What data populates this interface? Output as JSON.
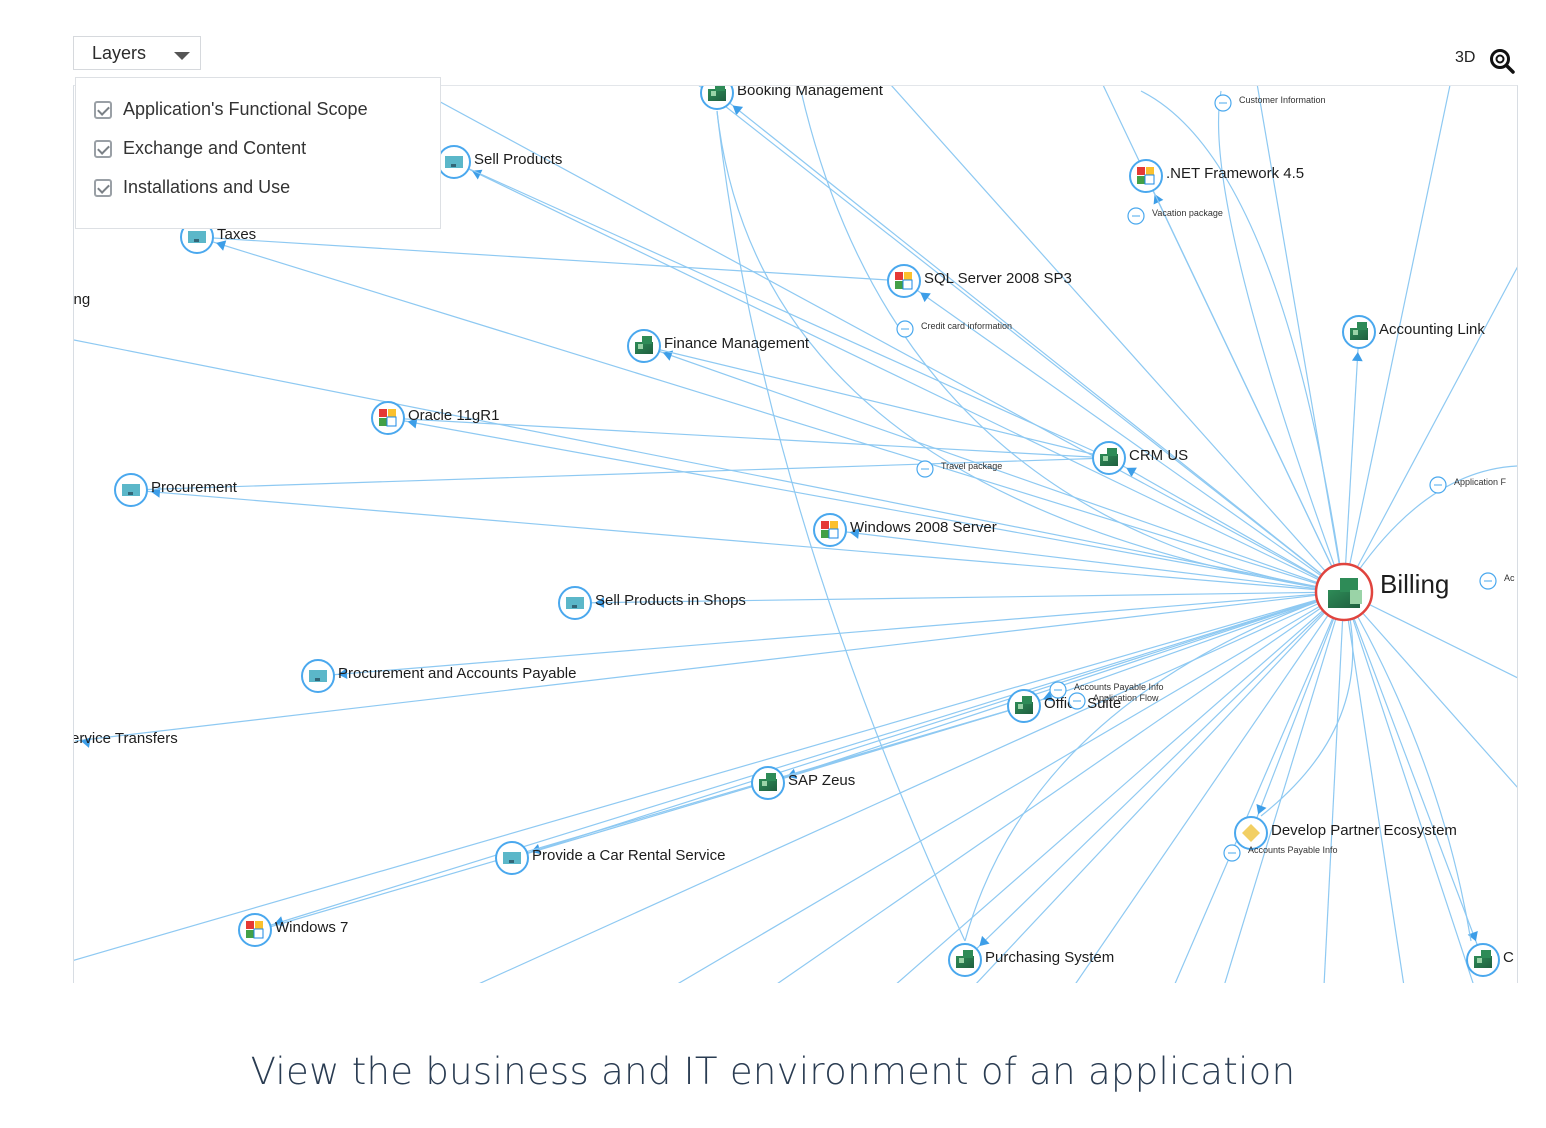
{
  "toolbar": {
    "layers_label": "Layers",
    "view_3d_label": "3D",
    "zoom_icon": "zoom-search-icon"
  },
  "layers": [
    {
      "label": "Application's Functional Scope",
      "checked": true
    },
    {
      "label": "Exchange and Content",
      "checked": true
    },
    {
      "label": "Installations and Use",
      "checked": true
    }
  ],
  "graph": {
    "center": {
      "label": "Billing",
      "icon": "application-puzzle-icon",
      "highlight_color": "#e0443e"
    },
    "edge_color": "#8ec9f2",
    "arrow_color": "#3d9ee8",
    "nodes": [
      {
        "label": "Booking Management",
        "icon": "application-puzzle-icon"
      },
      {
        "label": "Sell Products",
        "icon": "business-capability-icon"
      },
      {
        "label": "Taxes",
        "icon": "business-capability-icon"
      },
      {
        "label": "rting",
        "icon": "none"
      },
      {
        "label": ".NET Framework 4.5",
        "icon": "technology-icon"
      },
      {
        "label": "SQL Server 2008 SP3",
        "icon": "technology-icon"
      },
      {
        "label": "Finance Management",
        "icon": "application-puzzle-icon"
      },
      {
        "label": "Accounting Link",
        "icon": "application-puzzle-icon"
      },
      {
        "label": "Oracle 11gR1",
        "icon": "technology-icon"
      },
      {
        "label": "CRM US",
        "icon": "application-puzzle-icon"
      },
      {
        "label": "Procurement",
        "icon": "business-capability-icon"
      },
      {
        "label": "Windows 2008 Server",
        "icon": "technology-icon"
      },
      {
        "label": "Sell Products in Shops",
        "icon": "business-capability-icon"
      },
      {
        "label": "Procurement and Accounts Payable",
        "icon": "business-capability-icon"
      },
      {
        "label": "Service Transfers",
        "icon": "none"
      },
      {
        "label": "Office Suite",
        "icon": "application-puzzle-icon"
      },
      {
        "label": "SAP Zeus",
        "icon": "application-puzzle-icon"
      },
      {
        "label": "Develop Partner Ecosystem",
        "icon": "objective-icon"
      },
      {
        "label": "Provide a Car Rental Service",
        "icon": "business-capability-icon"
      },
      {
        "label": "Windows 7",
        "icon": "technology-icon"
      },
      {
        "label": "Purchasing System",
        "icon": "application-puzzle-icon"
      },
      {
        "label": "C",
        "icon": "application-puzzle-icon"
      }
    ],
    "associations": [
      "Customer Information",
      "Vacation package",
      "Credit card information",
      "Travel package",
      "Application F",
      "Ac",
      "Accounts Payable Info",
      "Application Flow",
      "Accounts Payable Info"
    ]
  },
  "caption": "View the business and IT environment of an application"
}
